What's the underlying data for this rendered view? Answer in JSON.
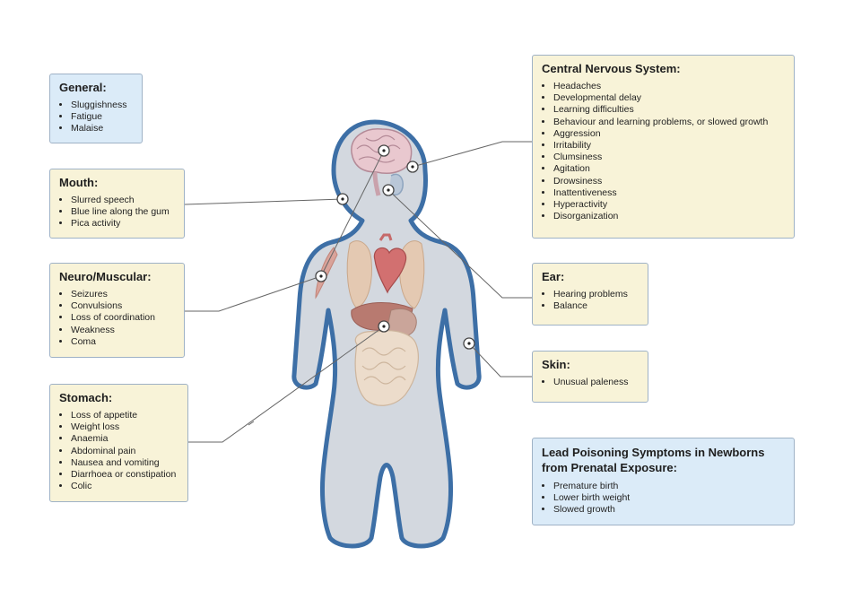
{
  "panels": {
    "general": {
      "title": "General:",
      "items": [
        "Sluggishness",
        "Fatigue",
        "Malaise"
      ]
    },
    "mouth": {
      "title": "Mouth:",
      "items": [
        "Slurred speech",
        "Blue line along the gum",
        "Pica activity"
      ]
    },
    "neuro": {
      "title": "Neuro/Muscular:",
      "items": [
        "Seizures",
        "Convulsions",
        "Loss of coordination",
        "Weakness",
        "Coma"
      ]
    },
    "stomach": {
      "title": "Stomach:",
      "items": [
        "Loss of appetite",
        "Weight loss",
        "Anaemia",
        "Abdominal pain",
        "Nausea and vomiting",
        "Diarrhoea or constipation",
        "Colic"
      ]
    },
    "cns": {
      "title": "Central Nervous System:",
      "items": [
        "Headaches",
        "Developmental delay",
        "Learning difficulties",
        "Behaviour and learning problems, or slowed growth",
        "Aggression",
        "Irritability",
        "Clumsiness",
        "Agitation",
        "Drowsiness",
        "Inattentiveness",
        "Hyperactivity",
        "Disorganization"
      ]
    },
    "ear": {
      "title": "Ear:",
      "items": [
        "Hearing problems",
        "Balance"
      ]
    },
    "skin": {
      "title": "Skin:",
      "items": [
        "Unusual paleness"
      ]
    },
    "newborn": {
      "title_line1": "Lead Poisoning Symptoms in Newborns",
      "title_line2": "from Prenatal Exposure:",
      "items": [
        "Premature birth",
        "Lower birth weight",
        "Slowed growth"
      ]
    }
  },
  "colors": {
    "panel_yellow": "#f8f3d8",
    "panel_blue": "#dbebf8",
    "panel_border": "#9fb2c6",
    "body_fill": "#d3d8df",
    "body_outline": "#3d6fa6",
    "connector": "#666666"
  }
}
